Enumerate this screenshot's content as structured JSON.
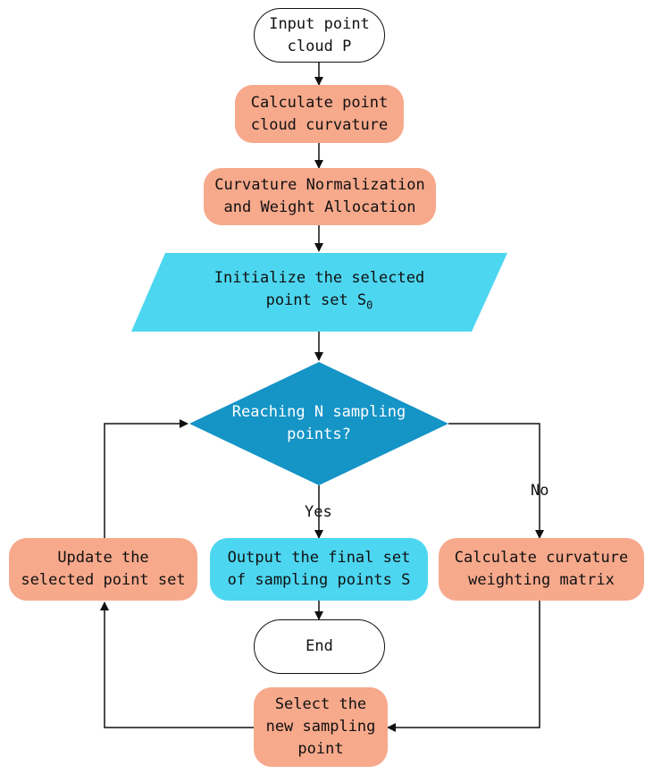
{
  "colors": {
    "process": "#f7a98c",
    "io": "#4dd6f0",
    "decision": "#1594c6",
    "decision_text": "#ffffff",
    "line": "#111111"
  },
  "nodes": {
    "start": "Input point\ncloud P",
    "curvature": "Calculate point\ncloud curvature",
    "normalization": "Curvature Normalization\nand Weight Allocation",
    "initialize_line1": "Initialize the selected",
    "initialize_line2_prefix": "point set S",
    "initialize_line2_sub": "0",
    "decision": "Reaching N sampling\npoints?",
    "update": "Update the\nselected point set",
    "output": "Output the final set\nof sampling points S",
    "matrix": "Calculate curvature\nweighting matrix",
    "end": "End",
    "select": "Select the\nnew sampling\npoint"
  },
  "edges": {
    "yes_label": "Yes",
    "no_label": "No"
  }
}
